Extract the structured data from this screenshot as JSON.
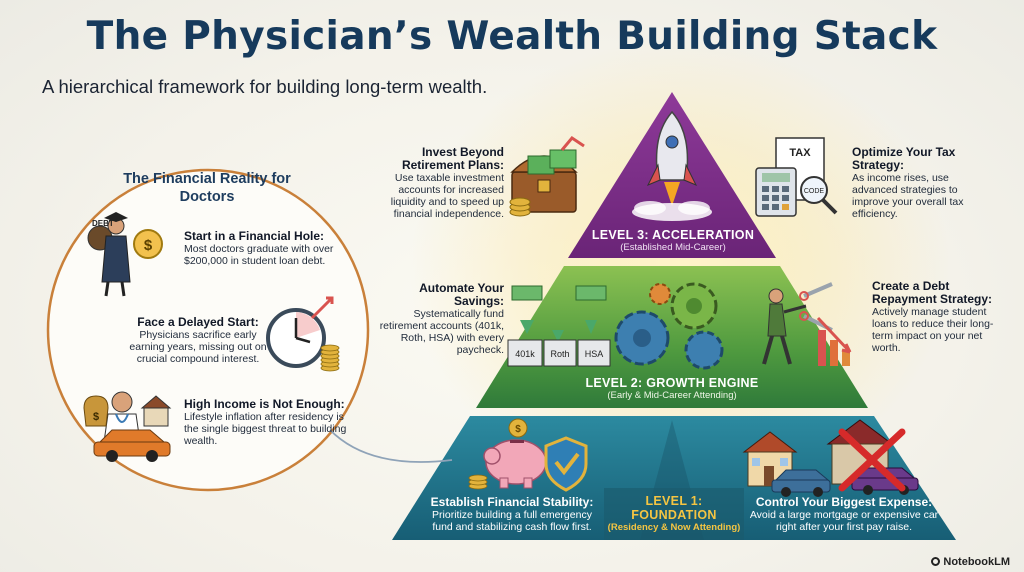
{
  "title": "The Physician’s Wealth Building Stack",
  "subtitle": "A hierarchical framework for building long-term wealth.",
  "reality": {
    "title": "The Financial Reality for Doctors",
    "items": [
      {
        "heading": "Start in a Financial Hole:",
        "body": "Most doctors graduate with over $200,000 in student loan debt.",
        "icon": "graduate-debt-icon"
      },
      {
        "heading": "Face a Delayed Start:",
        "body": "Physicians sacrifice early earning years, missing out on crucial compound interest.",
        "icon": "clock-coins-icon"
      },
      {
        "heading": "High Income is Not Enough:",
        "body": "Lifestyle inflation after residency is the single biggest threat to building wealth.",
        "icon": "doctor-car-house-icon"
      }
    ],
    "debt_label": "DEBT"
  },
  "levels": {
    "level3": {
      "title": "LEVEL 3: ACCELERATION",
      "sub": "(Established Mid-Career)",
      "left": {
        "heading": "Invest Beyond Retirement Plans:",
        "body": "Use taxable investment accounts for increased liquidity and to speed up financial independence."
      },
      "right": {
        "heading": "Optimize Your Tax Strategy:",
        "body": "As income rises, use advanced strategies to improve your overall tax efficiency."
      },
      "tax_label": "TAX",
      "code_label": "CODE"
    },
    "level2": {
      "title": "LEVEL 2: GROWTH ENGINE",
      "sub": "(Early & Mid-Career Attending)",
      "left": {
        "heading": "Automate Your Savings:",
        "body": "Systematically fund retirement accounts (401k, Roth, HSA) with every paycheck."
      },
      "right": {
        "heading": "Create a Debt Repayment Strategy:",
        "body": "Actively manage student loans to reduce their long-term impact on your net worth."
      },
      "accounts": [
        "401k",
        "Roth",
        "HSA"
      ]
    },
    "level1": {
      "title": "LEVEL 1: FOUNDATION",
      "sub": "(Residency & Now Attending)",
      "left": {
        "heading": "Establish Financial Stability:",
        "body": "Prioritize building a full emergency fund and stabilizing cash flow first."
      },
      "right": {
        "heading": "Control Your Biggest Expense:",
        "body": "Avoid a large mortgage or expensive car right after your first pay raise."
      }
    }
  },
  "colors": {
    "title": "#163a5c",
    "level3": "#7b2a86",
    "level2": "#5a9a3a",
    "level1": "#1f6e86",
    "circle_border": "#c9803a"
  },
  "footer": "NotebookLM"
}
